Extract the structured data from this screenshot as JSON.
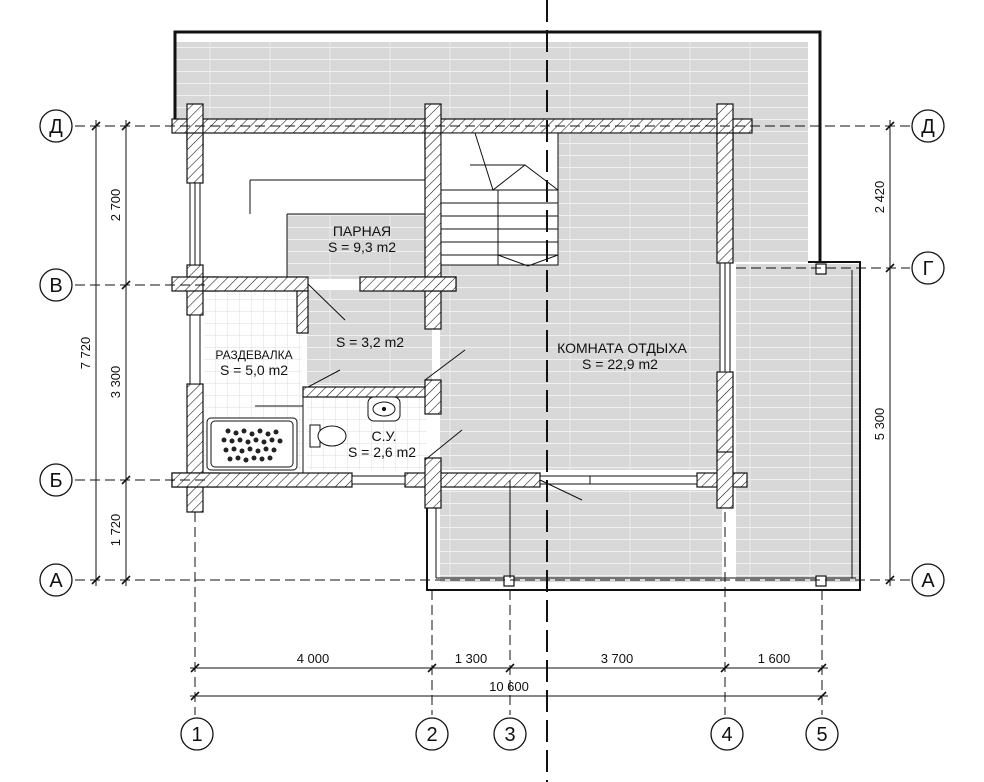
{
  "rooms": {
    "parnaya": {
      "name": "ПАРНАЯ",
      "area": "S = 9,3 m2"
    },
    "hall": {
      "area": "S = 3,2 m2"
    },
    "razdevalka": {
      "name": "РАЗДЕВАЛКА",
      "area": "S = 5,0 m2"
    },
    "su": {
      "name": "С.У.",
      "area": "S = 2,6 m2"
    },
    "komnata": {
      "name": "КОМНАТА ОТДЫХА",
      "area": "S = 22,9 m2"
    }
  },
  "axes": {
    "letters_left": [
      "Д",
      "В",
      "Б",
      "А"
    ],
    "letters_right": [
      "Д",
      "Г",
      "А"
    ],
    "numbers": [
      "1",
      "2",
      "3",
      "4",
      "5"
    ]
  },
  "dimensions": {
    "left_outer": "7 720",
    "left_inner": [
      "2 700",
      "3 300",
      "1 720"
    ],
    "right": [
      "2 420",
      "5 300"
    ],
    "bottom_chain": [
      "4 000",
      "1 300",
      "3 700",
      "1 600"
    ],
    "bottom_total": "10 600"
  },
  "colors": {
    "floor_fill": "#d9d9d9",
    "wall_fill": "#ffffff",
    "line": "#111111"
  }
}
